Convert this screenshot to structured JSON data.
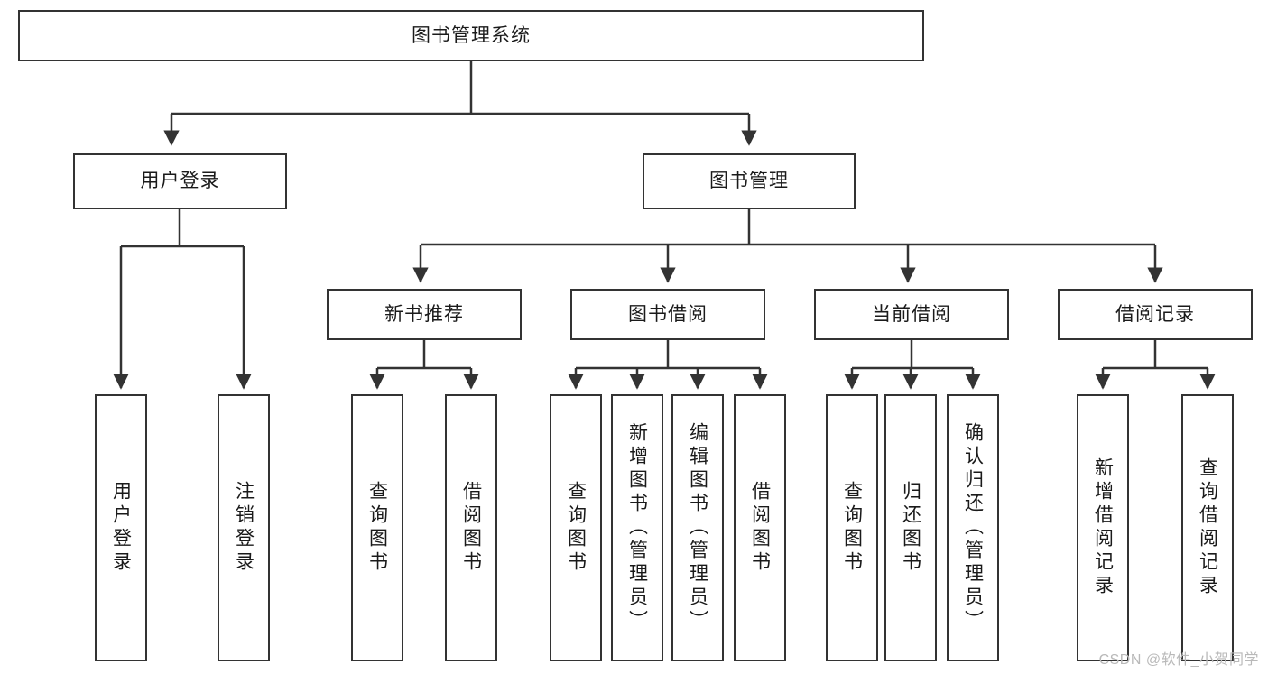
{
  "diagram": {
    "title": "图书管理系统",
    "type": "tree-hierarchy",
    "watermark": "CSDN @软件_小贺同学",
    "colors": {
      "box_border": "#333333",
      "box_fill": "#ffffff",
      "connector": "#333333",
      "text": "#1a1a1a",
      "watermark": "#b9b9b9"
    },
    "nodes": {
      "root": {
        "label": "图书管理系统"
      },
      "level1": [
        {
          "id": "user-login",
          "label": "用户登录"
        },
        {
          "id": "book-management",
          "label": "图书管理"
        }
      ],
      "level2": [
        {
          "id": "new-book-recommend",
          "label": "新书推荐"
        },
        {
          "id": "book-borrow",
          "label": "图书借阅"
        },
        {
          "id": "current-borrow",
          "label": "当前借阅"
        },
        {
          "id": "borrow-record",
          "label": "借阅记录"
        }
      ],
      "leaves": {
        "user_login": [
          {
            "id": "leaf-user-login",
            "label": "用户登录"
          },
          {
            "id": "leaf-logout-login",
            "label": "注销登录"
          }
        ],
        "new_book_recommend": [
          {
            "id": "leaf-query-book-1",
            "label": "查询图书"
          },
          {
            "id": "leaf-borrow-book-1",
            "label": "借阅图书"
          }
        ],
        "book_borrow": [
          {
            "id": "leaf-query-book-2",
            "label": "查询图书"
          },
          {
            "id": "leaf-add-book",
            "label": "新增图书（管理员）"
          },
          {
            "id": "leaf-edit-book",
            "label": "编辑图书（管理员）"
          },
          {
            "id": "leaf-borrow-book-2",
            "label": "借阅图书"
          }
        ],
        "current_borrow": [
          {
            "id": "leaf-query-book-3",
            "label": "查询图书"
          },
          {
            "id": "leaf-return-book",
            "label": "归还图书"
          },
          {
            "id": "leaf-confirm-return",
            "label": "确认归还（管理员）"
          }
        ],
        "borrow_record": [
          {
            "id": "leaf-add-borrow-record",
            "label": "新增借阅记录"
          },
          {
            "id": "leaf-query-borrow-record",
            "label": "查询借阅记录"
          }
        ]
      }
    }
  }
}
